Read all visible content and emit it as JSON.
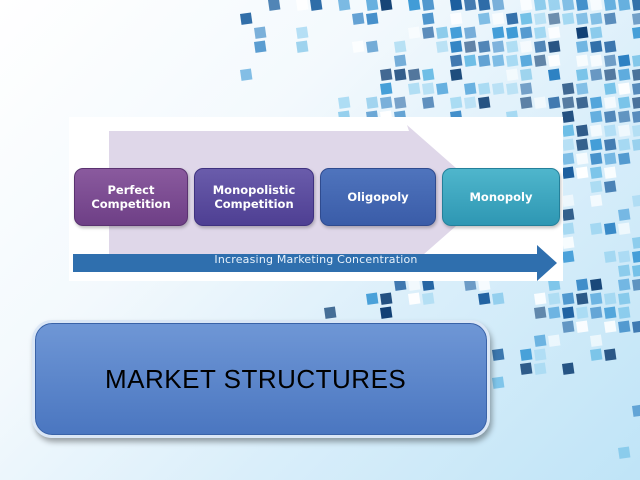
{
  "slide": {
    "title": "MARKET STRUCTURES"
  },
  "diagram": {
    "stages": [
      {
        "label": "Perfect\nCompetition"
      },
      {
        "label": "Monopolistic\nCompetition"
      },
      {
        "label": "Oligopoly"
      },
      {
        "label": "Monopoly"
      }
    ],
    "axis_label": "Increasing Marketing Concentration"
  },
  "colors": {
    "title_box": "#5a84cb",
    "stage_1": "#7a4a92",
    "stage_2": "#5a4b9f",
    "stage_3": "#4468b3",
    "stage_4": "#3aa6c0",
    "axis_arrow": "#2f6fae",
    "mosaic": "#2a8fd0"
  }
}
